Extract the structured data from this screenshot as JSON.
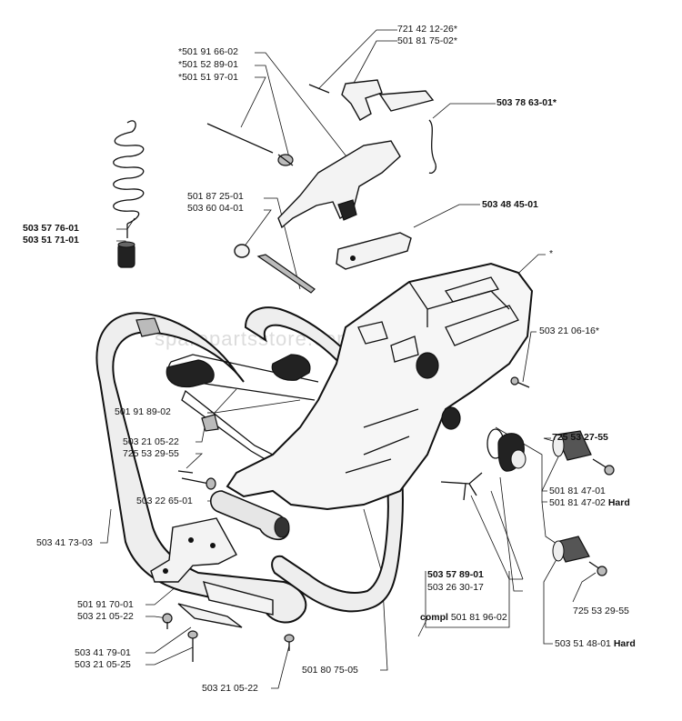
{
  "watermark": "sparepartsstore.com",
  "labels": {
    "p72142": "721 42 12-26*",
    "p50181752": "501 81 75-02*",
    "p50378": "503 78 63-01*",
    "p50191662": "*501 91 66-02",
    "p50152": "*501 52 89-01",
    "p50151": "*501 51 97-01",
    "p501872": "501 87 25-01",
    "p503600": "503 60 04-01",
    "p503484": "503 48 45-01",
    "p503576": "503 57 76-01",
    "p503517": "503 51 71-01",
    "star": "*",
    "p503210616": "503 21 06-16*",
    "p501918": "501 91 89-02",
    "p503210522a": "503 21 05-22",
    "p725532955a": "725 53 29-55",
    "p725532755": "725 53 27-55",
    "p503226": "503 22 65-01",
    "p501814701": "501 81 47-01",
    "p501814702": "501 81 47-02 Hard",
    "p503417": "503 41 73-03",
    "p503578": "503 57 89-01",
    "p503263": "503 26 30-17",
    "compl": "compl 501 81 96-02",
    "p725532955b": "725 53 29-55",
    "p501917": "501 91 70-01",
    "p503210522b": "503 21 05-22",
    "p503514": "503 51 48-01 Hard",
    "p503417901": "503 41 79-01",
    "p503210525": "503 21 05-25",
    "p503210522c": "503 21 05-22",
    "p501807505": "501 80 75-05"
  }
}
